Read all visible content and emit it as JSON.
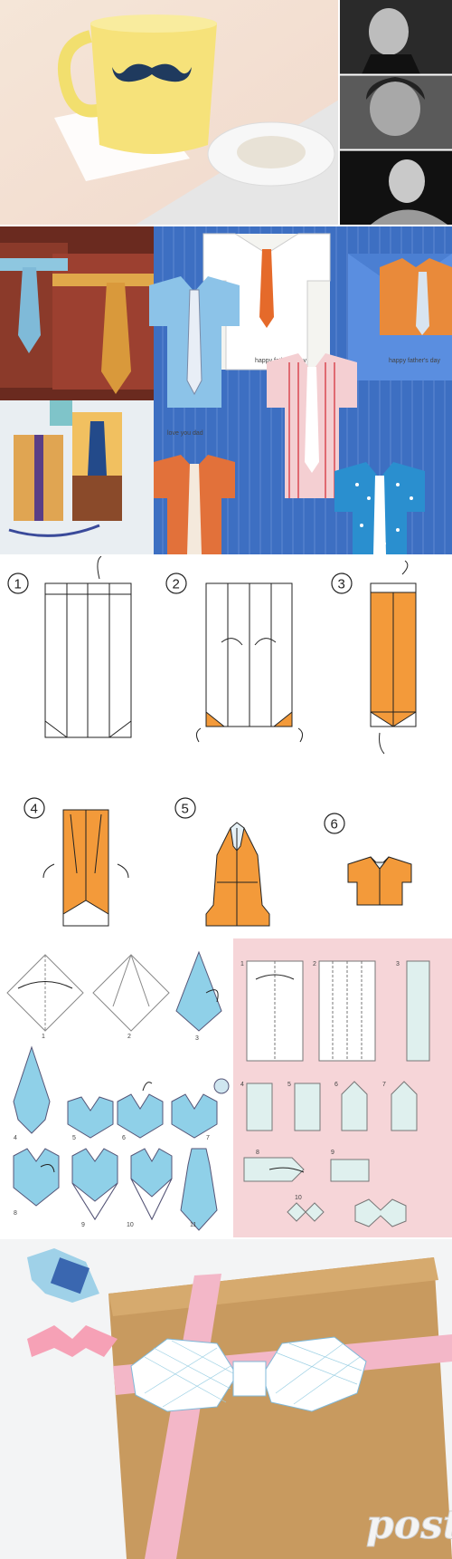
{
  "steps_shirt": [
    "1",
    "2",
    "3",
    "4",
    "5",
    "6"
  ],
  "steps_tie": [
    "1",
    "2",
    "3",
    "4",
    "5",
    "6",
    "7",
    "8",
    "9",
    "10",
    "11"
  ],
  "steps_bow": [
    "1",
    "2",
    "3",
    "4",
    "5",
    "6",
    "7",
    "8",
    "9",
    "10"
  ],
  "cards": {
    "right_card_text": "happy father's day",
    "center_card_text": "happy father's day",
    "left_card_text": "love you dad"
  },
  "watermark": "postila.ru",
  "colors": {
    "orange": "#f39a3a",
    "blue": "#8fd0e8",
    "pink_bg": "#f6d5d8",
    "kraft": "#c89a5f",
    "ribbon": "#f3b7c8"
  }
}
